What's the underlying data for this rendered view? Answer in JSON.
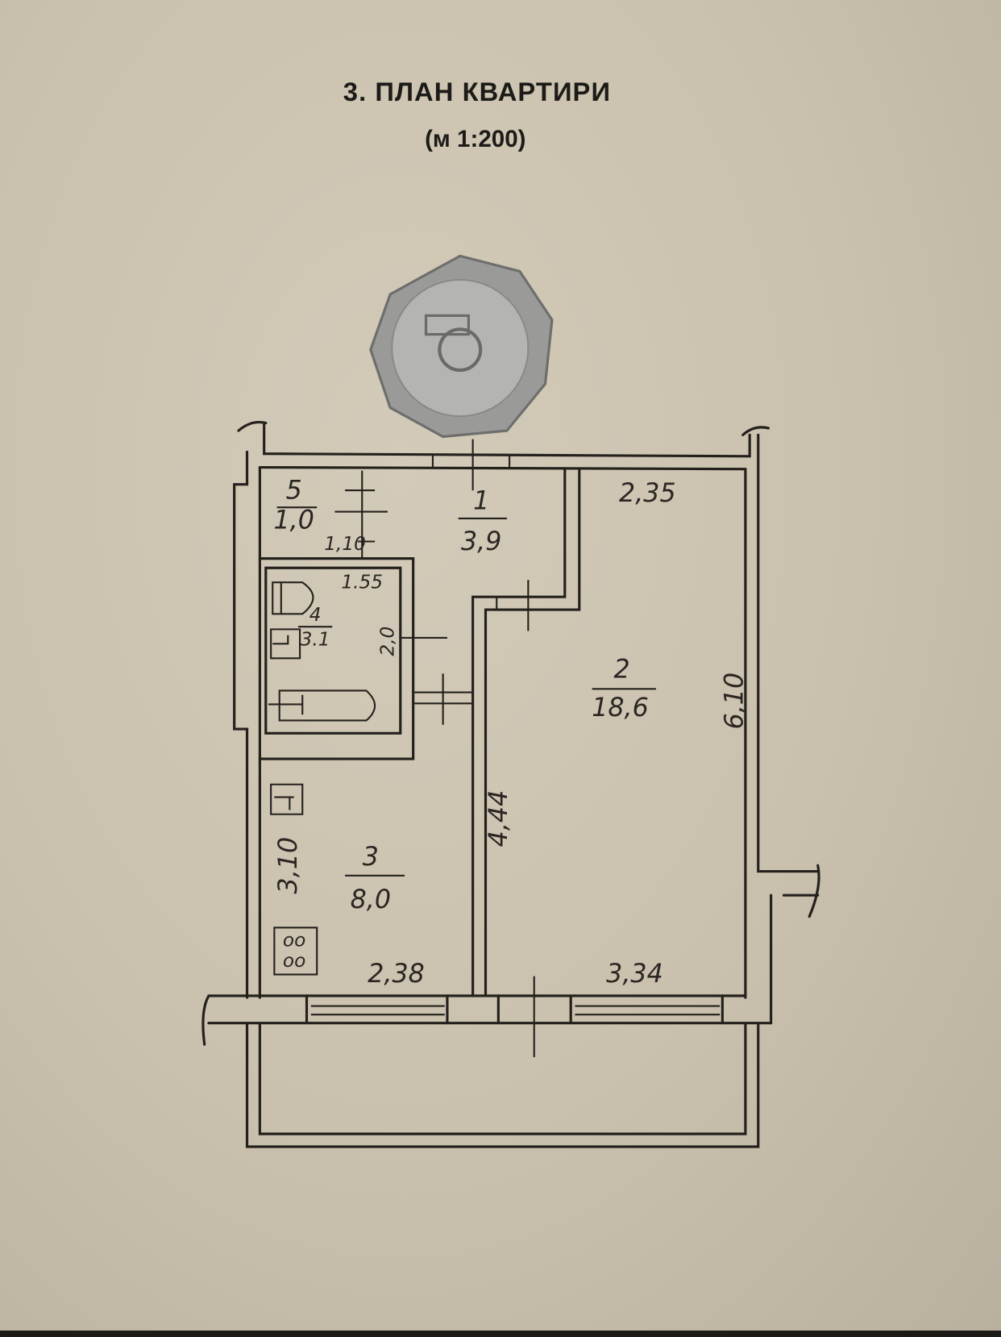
{
  "title": "3. ПЛАН КВАРТИРИ",
  "scale": "(м 1:200)",
  "rooms": [
    {
      "number": "1",
      "area": "3,9"
    },
    {
      "number": "2",
      "area": "18,6"
    },
    {
      "number": "3",
      "area": "8,0"
    },
    {
      "number": "4",
      "area": "3.1"
    },
    {
      "number": "5",
      "area": "1,0"
    }
  ],
  "dimensions": {
    "room5_width": "1,10",
    "bath_width": "1.55",
    "bath_height": "2,0",
    "room2_top": "2,35",
    "room2_right": "6,10",
    "corridor_wall": "4,44",
    "kitchen_left": "3,10",
    "kitchen_bottom": "2,38",
    "room2_bottom": "3,34"
  }
}
